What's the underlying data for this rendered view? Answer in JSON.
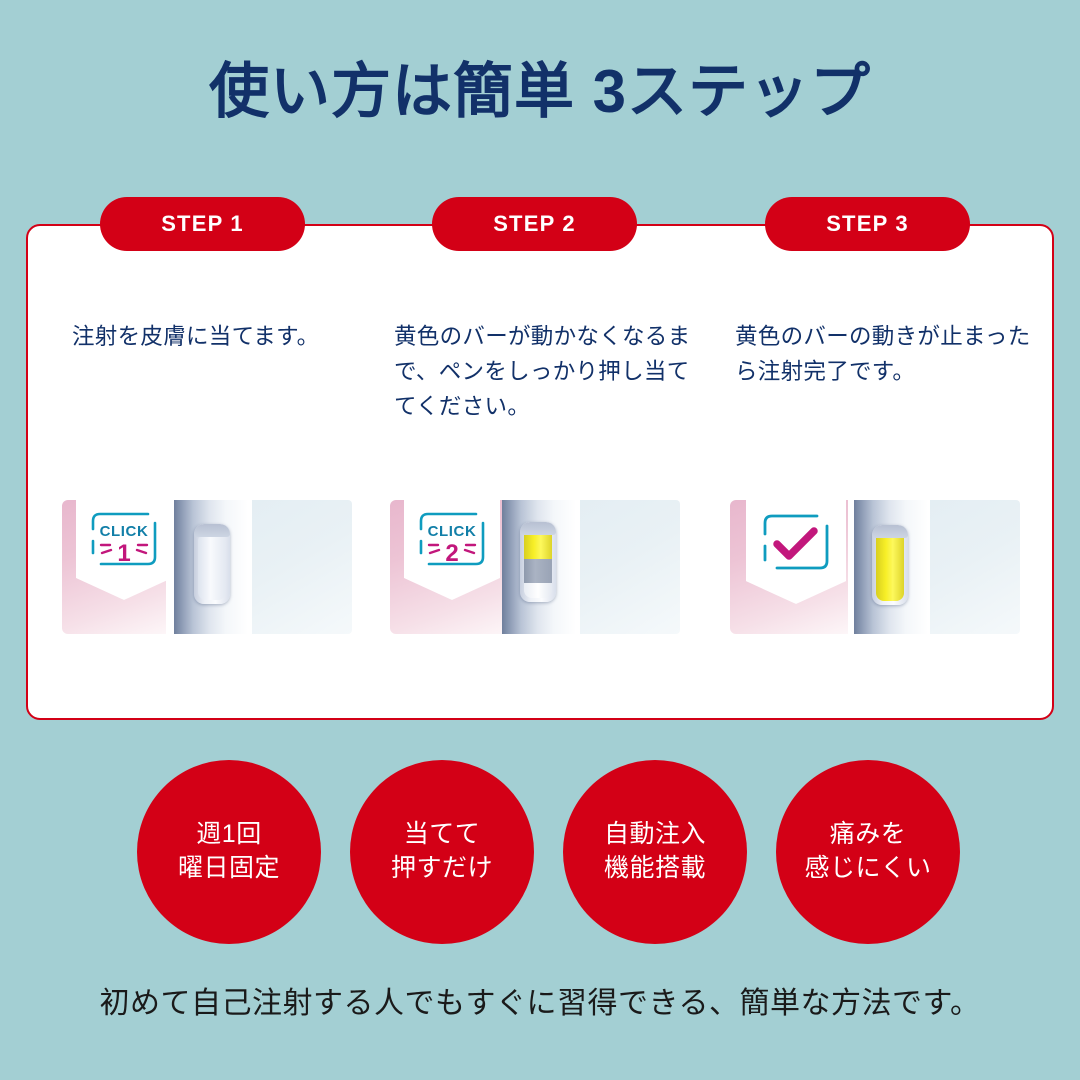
{
  "page": {
    "title": "使い方は簡単 3ステップ",
    "background_color": "#a3cfd3",
    "title_color": "#123169",
    "accent_red": "#d30016",
    "footer_note": "初めて自己注射する人でもすぐに習得できる、簡単な方法です。"
  },
  "steps": [
    {
      "badge": "STEP 1",
      "text": "注射を皮膚に当てます。",
      "illustration": {
        "badge_kind": "click-number",
        "click_label": "CLICK",
        "number": "1",
        "bar_state": "empty"
      }
    },
    {
      "badge": "STEP 2",
      "text": "黄色のバーが動かなくなるまで、ペンをしっかり押し当ててください。",
      "illustration": {
        "badge_kind": "click-number",
        "click_label": "CLICK",
        "number": "2",
        "bar_state": "partial-yellow"
      }
    },
    {
      "badge": "STEP 3",
      "text": "黄色のバーの動きが止まったら注射完了です。",
      "illustration": {
        "badge_kind": "checkmark",
        "click_label": "",
        "number": "",
        "bar_state": "full-yellow"
      }
    }
  ],
  "features": [
    {
      "line1": "週1回",
      "line2": "曜日固定"
    },
    {
      "line1": "当てて",
      "line2": "押すだけ"
    },
    {
      "line1": "自動注入",
      "line2": "機能搭載"
    },
    {
      "line1": "痛みを",
      "line2": "感じにくい"
    }
  ]
}
